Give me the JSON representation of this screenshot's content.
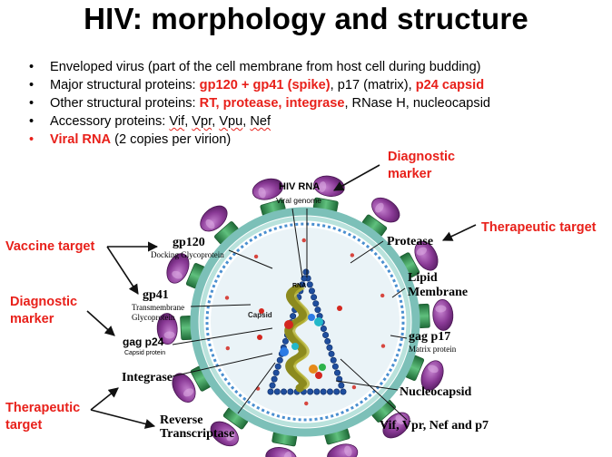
{
  "title": "HIV: morphology and structure",
  "bullets": {
    "b1": "Enveloped virus (part of the cell membrane from host cell during budding)",
    "b2_prefix": "Major structural proteins: ",
    "b2_spike": "gp120 + gp41 (spike)",
    "b2_mid": ", p17 (matrix), ",
    "b2_capsid": "p24 capsid",
    "b3_prefix": "Other structural proteins: ",
    "b3_enzymes": "RT, protease, integrase",
    "b3_suffix": ", RNase H, nucleocapsid",
    "b4_prefix": "Accessory proteins: ",
    "b4_vif": "Vif",
    "b4_vpr": "Vpr",
    "b4_vpu": "Vpu",
    "b4_nef": "Nef",
    "b5_rna": "Viral RNA",
    "b5_suffix": " (2 copies per virion)"
  },
  "callouts": {
    "diagnostic_top": "Diagnostic marker",
    "therapeutic_right": "Therapeutic target",
    "vaccine": "Vaccine target",
    "diagnostic_left": "Diagnostic marker",
    "therapeutic_left": "Therapeutic target"
  },
  "labels": {
    "hiv_rna": "HIV RNA",
    "viral_genome": "Viral genome",
    "gp120": "gp120",
    "gp120_sub": "Docking Glycoprotein",
    "gp41": "gp41",
    "gp41_sub1": "Transmembrane",
    "gp41_sub2": "Glycoprotein",
    "gag_p24": "gag p24",
    "gag_p24_sub": "Capsid protein",
    "integrase": "Integrase",
    "reverse1": "Reverse",
    "reverse2": "Transcriptase",
    "protease": "Protease",
    "lipid1": "Lipid",
    "lipid2": "Membrane",
    "gag_p17": "gag p17",
    "gag_p17_sub": "Matrix protein",
    "nucleocapsid": "Nucleocapsid",
    "accessory": "Vif, Vpr, Nef and p7",
    "rna_inner": "RNA",
    "capsid_inner": "Capsid"
  },
  "colors": {
    "accent_red": "#e8201a",
    "spike_purple": "#7a2e86",
    "stalk_green": "#2f8f4e",
    "membrane_teal": "#6fb0a8",
    "matrix_blue": "#3f7fc0",
    "capsid_navy": "#1f4e9e",
    "rna_olive": "#8c8a1e"
  }
}
